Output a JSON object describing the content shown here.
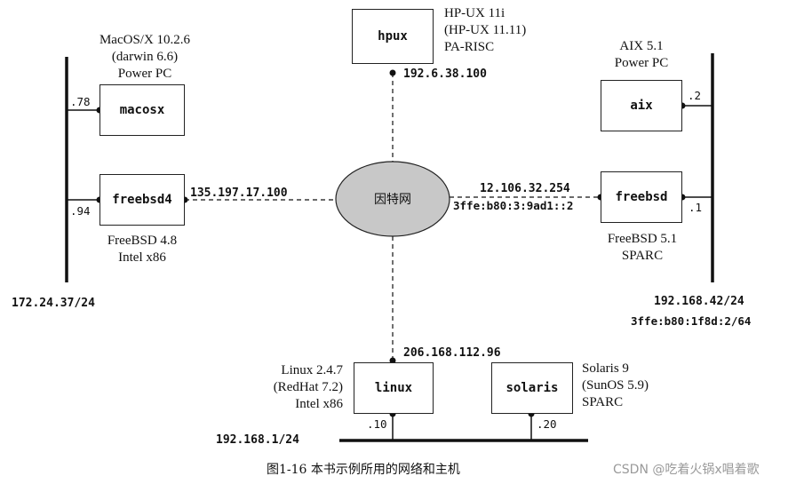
{
  "hosts": {
    "hpux": {
      "name": "hpux",
      "desc": [
        "HP-UX 11i",
        "(HP-UX 11.11)",
        "PA-RISC"
      ],
      "ip": "192.6.38.100"
    },
    "macosx": {
      "name": "macosx",
      "desc": [
        "MacOS/X 10.2.6",
        "(darwin 6.6)",
        "Power PC"
      ],
      "port": ".78"
    },
    "freebsd4": {
      "name": "freebsd4",
      "desc": [
        "FreeBSD 4.8",
        "Intel x86"
      ],
      "port": ".94",
      "ip": "135.197.17.100"
    },
    "aix": {
      "name": "aix",
      "desc": [
        "AIX 5.1",
        "Power PC"
      ],
      "port": ".2"
    },
    "freebsd": {
      "name": "freebsd",
      "desc": [
        "FreeBSD 5.1",
        "SPARC"
      ],
      "port": ".1",
      "ip": "12.106.32.254",
      "ipv6": "3ffe:b80:3:9ad1::2"
    },
    "linux": {
      "name": "linux",
      "desc": [
        "Linux 2.4.7",
        "(RedHat 7.2)",
        "Intel x86"
      ],
      "port": ".10",
      "ip": "206.168.112.96"
    },
    "solaris": {
      "name": "solaris",
      "desc": [
        "Solaris 9",
        "(SunOS 5.9)",
        "SPARC"
      ],
      "port": ".20"
    }
  },
  "internet_label": "因特网",
  "networks": {
    "left": "172.24.37/24",
    "right": "192.168.42/24",
    "right_v6": "3ffe:b80:1f8d:2/64",
    "bottom": "192.168.1/24"
  },
  "caption": "图1-16   本书示例所用的网络和主机",
  "watermark": "CSDN @吃着火锅x唱着歌"
}
